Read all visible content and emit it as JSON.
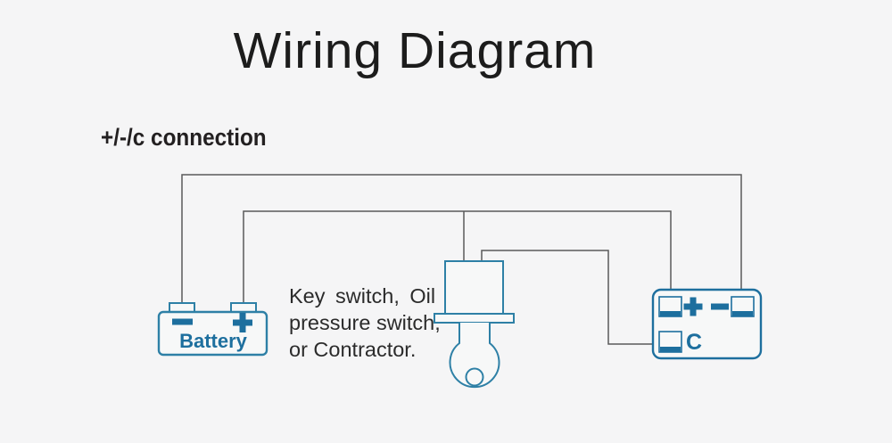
{
  "title": "Wiring Diagram",
  "subtitle": "+/-/c connection",
  "diagram": {
    "battery": {
      "label": "Battery",
      "minus_icon": "minus-symbol",
      "plus_icon": "plus-symbol"
    },
    "switch_label": [
      "Key switch, Oil",
      "pressure switch,",
      "or Contractor."
    ],
    "controller": {
      "plus_icon": "plus-symbol",
      "minus_icon": "minus-symbol",
      "c_label": "C"
    },
    "colors": {
      "accent": "#1d6f9e",
      "outline": "#2e80a6",
      "wire": "#5a5a5a",
      "bg": "#f5f5f6",
      "ink": "#1c1c1c"
    }
  }
}
